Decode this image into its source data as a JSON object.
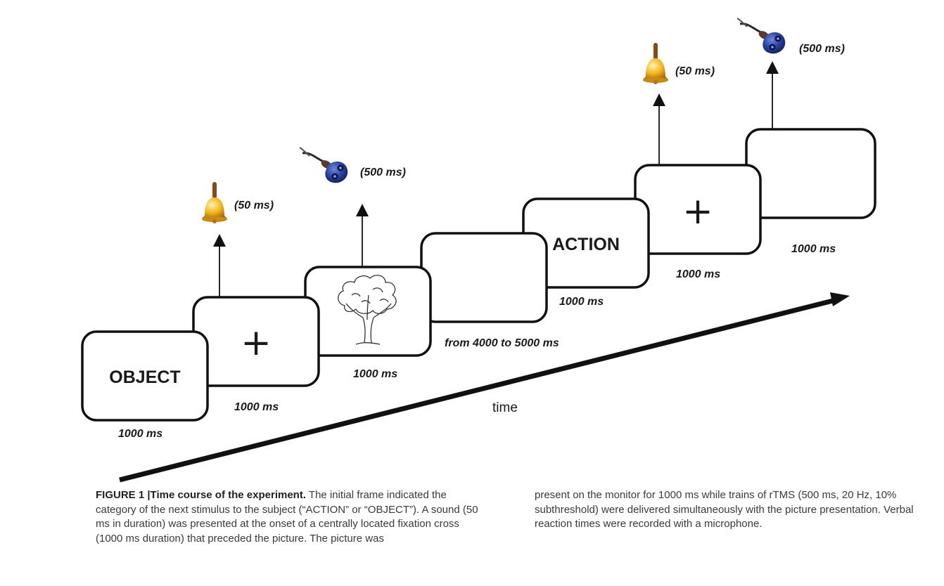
{
  "figure": {
    "frames": {
      "object_text": "OBJECT",
      "action_text": "ACTION",
      "cross_symbol": "+"
    },
    "durations": {
      "object": "1000 ms",
      "cross1": "1000 ms",
      "picture": "1000 ms",
      "blank": "from 4000 to 5000 ms",
      "action": "1000 ms",
      "cross2": "1000 ms",
      "final": "1000 ms"
    },
    "events": {
      "sound1": "(50 ms)",
      "tms1": "(500 ms)",
      "sound2": "(50 ms)",
      "tms2": "(500 ms)"
    },
    "axis_label": "time",
    "icons": [
      "bell-icon",
      "tms-coil-icon",
      "tree-drawing"
    ]
  },
  "caption": {
    "label": "FIGURE 1 |",
    "title": "Time course of the experiment.",
    "text_col1": " The initial frame indicated the category of the next stimulus to the subject (“ACTION” or “OBJECT”). A sound (50 ms in duration) was presented at the onset of a centrally located fixation cross (1000 ms duration) that preceded the picture. The picture was",
    "text_col2": "present on the monitor for 1000 ms while trains of rTMS (500 ms, 20 Hz, 10% subthreshold) were delivered simultaneously with the picture presentation. Verbal reaction times were recorded with a microphone."
  }
}
